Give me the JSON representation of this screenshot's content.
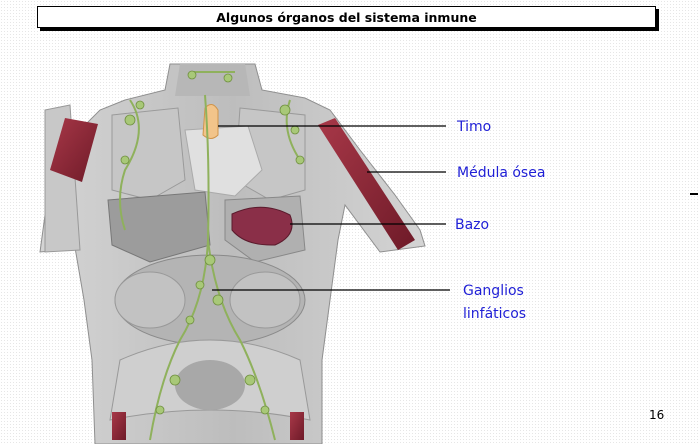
{
  "title": "Algunos órganos del sistema inmune",
  "labels": {
    "timo": "Timo",
    "medula": "Médula ósea",
    "bazo": "Bazo",
    "ganglios_1": "Ganglios",
    "ganglios_2": "linfáticos"
  },
  "page_number": "16",
  "colors": {
    "label_text": "#1f1fd6",
    "leader_line": "#000000",
    "body_gray": "#a9a9a9",
    "lymph_green": "#a8c878",
    "thymus": "#f2c48a",
    "spleen": "#8a2f48",
    "marrow": "#8b2232"
  }
}
